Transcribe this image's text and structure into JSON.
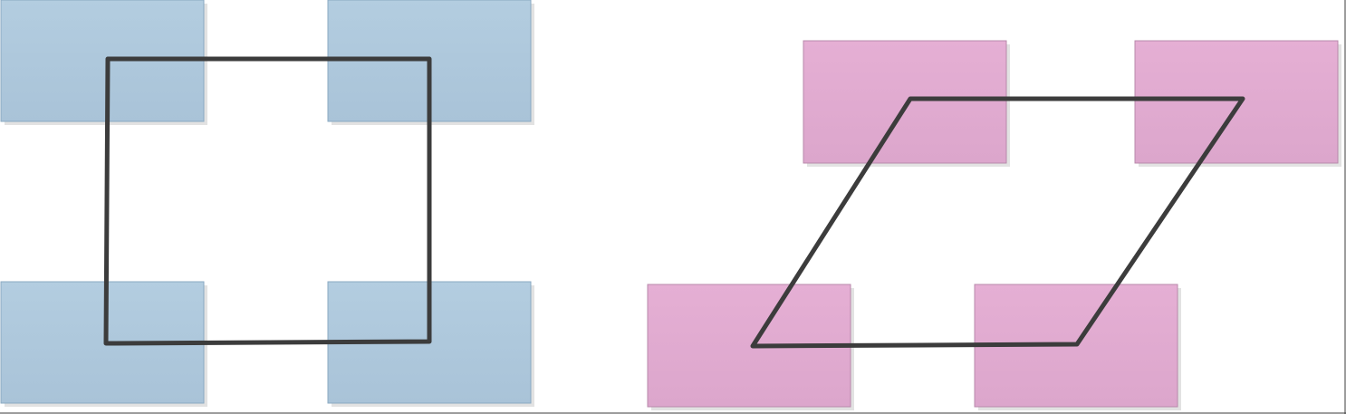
{
  "diagram": {
    "colors": {
      "left_box_fill": "#adc7db",
      "left_box_stroke": "#8aa9c2",
      "right_box_fill": "#e0a9cf",
      "right_box_stroke": "#b889ab",
      "outline_stroke": "#3c3c3c",
      "shadow": "#dcdcdc"
    },
    "left_group": {
      "box_count": 4,
      "outline_shape": "rectangle"
    },
    "right_group": {
      "box_count": 4,
      "outline_shape": "parallelogram"
    }
  }
}
